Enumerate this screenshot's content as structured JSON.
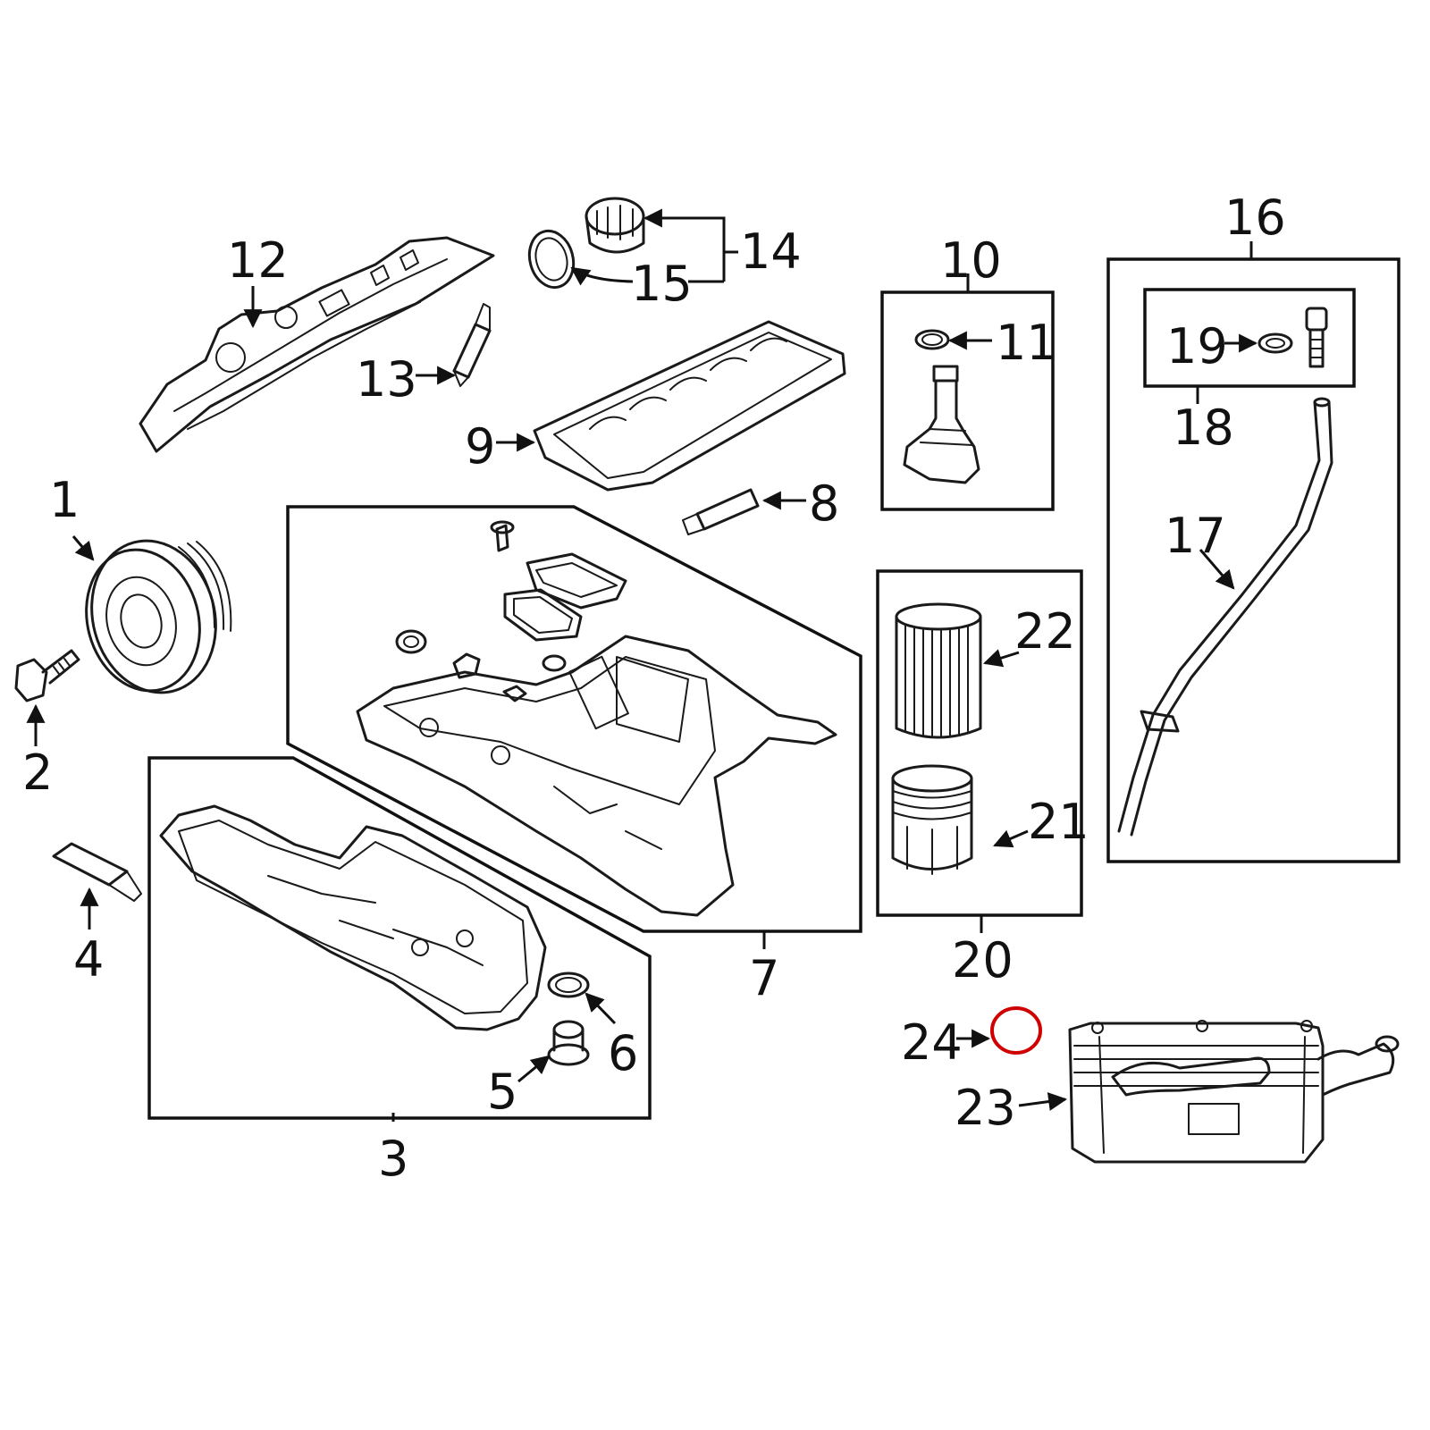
{
  "diagram": {
    "highlight_color": "#d00000",
    "highlighted_part": "24",
    "callouts": {
      "c1": "1",
      "c2": "2",
      "c3": "3",
      "c4": "4",
      "c5": "5",
      "c6": "6",
      "c7": "7",
      "c8": "8",
      "c9": "9",
      "c10": "10",
      "c11": "11",
      "c12": "12",
      "c13": "13",
      "c14": "14",
      "c15": "15",
      "c16": "16",
      "c17": "17",
      "c18": "18",
      "c19": "19",
      "c20": "20",
      "c21": "21",
      "c22": "22",
      "c23": "23",
      "c24": "24"
    }
  }
}
